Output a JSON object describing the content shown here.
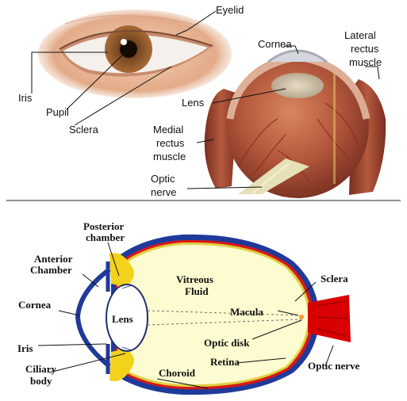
{
  "top_panel": {
    "labels": {
      "eyelid": "Eyelid",
      "cornea": "Cornea",
      "lateral_rectus": [
        "Lateral",
        "rectus",
        "muscle"
      ],
      "iris": "Iris",
      "pupil": "Pupil",
      "sclera": "Sclera",
      "lens": "Lens",
      "medial_rectus": [
        "Medial",
        "rectus",
        "muscle"
      ],
      "optic_nerve": [
        "Optic",
        "nerve"
      ]
    }
  },
  "bottom_panel": {
    "labels": {
      "posterior_chamber": [
        "Posterior",
        "chamber"
      ],
      "anterior_chamber": [
        "Anterior",
        "Chamber"
      ],
      "cornea": "Cornea",
      "vitreous_fluid": [
        "Vitreous",
        "Fluid"
      ],
      "sclera": "Sclera",
      "lens": "Lens",
      "macula": "Macula",
      "iris": "Iris",
      "optic_disk": "Optic disk",
      "ciliary_body": [
        "Ciliary",
        "body"
      ],
      "retina": "Retina",
      "optic_nerve": "Optic nerve",
      "choroid": "Choroid"
    }
  },
  "colors": {
    "skin": "#e8b898",
    "iris": "#8a5a2e",
    "eyeball_tissue": "#b85a38",
    "muscle": "#a04a32",
    "vitreous": "#fdfbd0",
    "sclera_band": "#1f3a9a",
    "retina_line": "#d81818",
    "ciliary": "#f2d21a",
    "optic_nerve": "#d80000"
  }
}
